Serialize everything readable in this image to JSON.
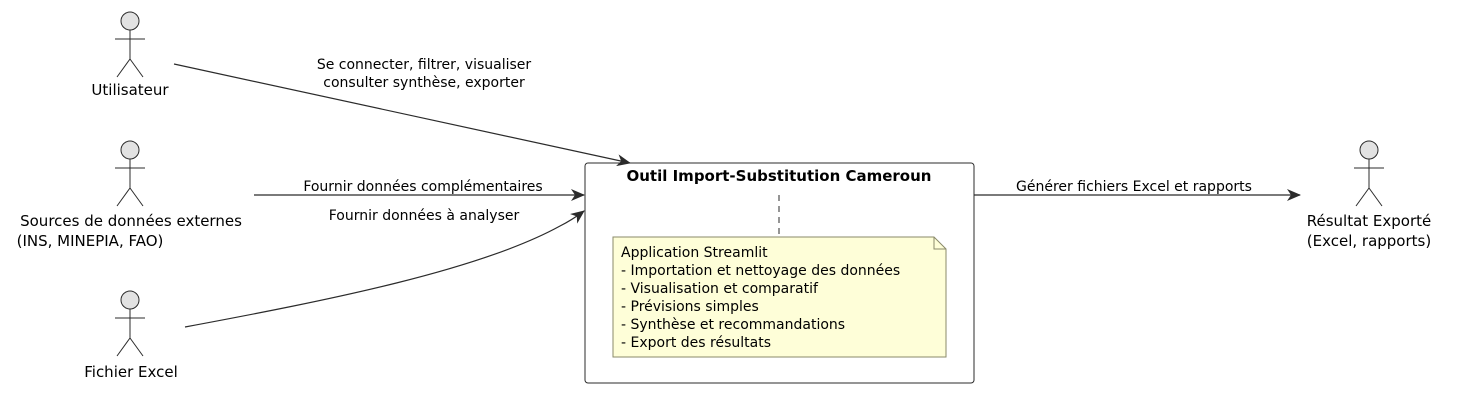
{
  "actors": {
    "user": {
      "label": "Utilisateur"
    },
    "sources": {
      "line1": "Sources de données externes",
      "line2": "(INS, MINEPIA, FAO)"
    },
    "excel": {
      "label": "Fichier Excel"
    },
    "result": {
      "line1": "Résultat Exporté",
      "line2": "(Excel, rapports)"
    }
  },
  "system": {
    "title": "Outil Import-Substitution Cameroun",
    "note": {
      "lines": [
        "Application Streamlit",
        "- Importation et nettoyage des données",
        "- Visualisation et comparatif",
        "- Prévisions simples",
        "- Synthèse et recommandations",
        "- Export des résultats"
      ]
    }
  },
  "edges": {
    "user_to_system": {
      "line1": "Se connecter, filtrer, visualiser",
      "line2": "consulter synthèse, exporter"
    },
    "sources_to_system": {
      "label": "Fournir données complémentaires"
    },
    "excel_to_system": {
      "label": "Fournir données à analyser"
    },
    "system_to_result": {
      "label": "Générer fichiers Excel et rapports"
    }
  },
  "colors": {
    "actor_fill": "#e2e2e2",
    "note_fill": "#fefed8",
    "note_border": "#8a8a6a",
    "line": "#2b2b2b"
  }
}
